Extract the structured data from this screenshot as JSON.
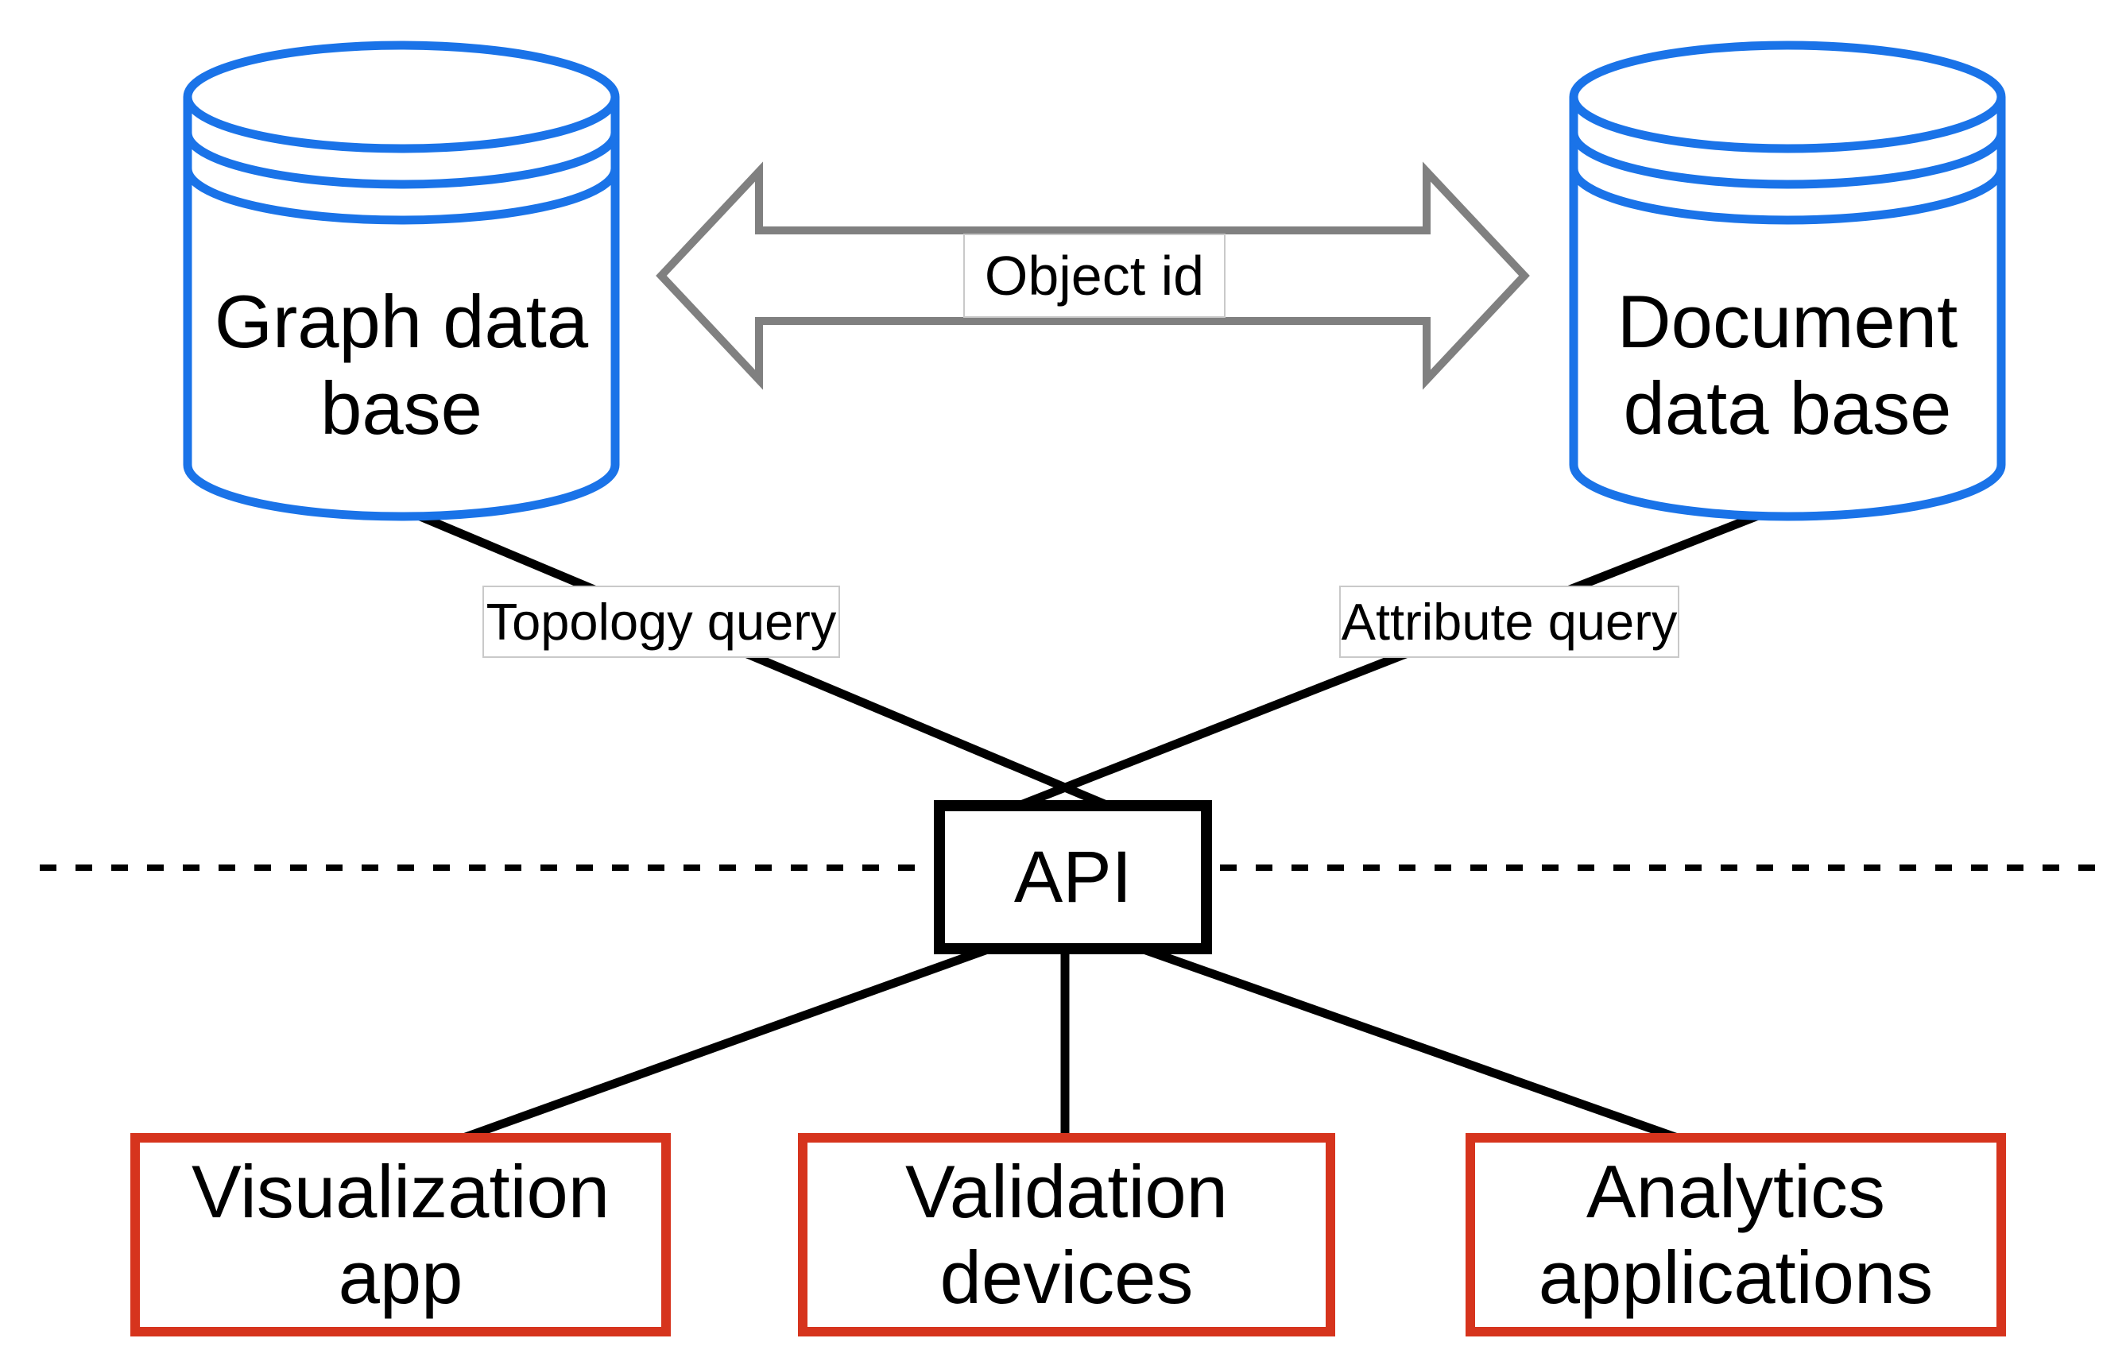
{
  "colors": {
    "database_stroke": "#1a73e8",
    "connector": "#000000",
    "arrow_stroke": "#808080",
    "app_box_stroke": "#d6341d",
    "api_box_stroke": "#000000",
    "label_border": "#c9c9c9",
    "text": "#000000",
    "background": "#ffffff"
  },
  "nodes": {
    "graph_db": {
      "line1": "Graph data",
      "line2": "base",
      "type": "database-cylinder"
    },
    "document_db": {
      "line1": "Document",
      "line2": "data base",
      "type": "database-cylinder"
    },
    "api": {
      "label": "API",
      "type": "box"
    },
    "visualization_app": {
      "line1": "Visualization",
      "line2": "app",
      "type": "box"
    },
    "validation_devices": {
      "line1": "Validation",
      "line2": "devices",
      "type": "box"
    },
    "analytics_applications": {
      "line1": "Analytics",
      "line2": "applications",
      "type": "box"
    }
  },
  "edges": {
    "object_id": {
      "label": "Object id",
      "from": "graph_db",
      "to": "document_db",
      "style": "double-headed-gray-arrow"
    },
    "topology_query": {
      "label": "Topology query",
      "from": "graph_db",
      "to": "api",
      "style": "solid-line"
    },
    "attribute_query": {
      "label": "Attribute query",
      "from": "document_db",
      "to": "api",
      "style": "solid-line"
    },
    "api_to_visualization": {
      "label": "",
      "from": "api",
      "to": "visualization_app",
      "style": "solid-line"
    },
    "api_to_validation": {
      "label": "",
      "from": "api",
      "to": "validation_devices",
      "style": "solid-line"
    },
    "api_to_analytics": {
      "label": "",
      "from": "api",
      "to": "analytics_applications",
      "style": "solid-line"
    },
    "separator": {
      "label": "",
      "style": "horizontal-dashed-line"
    }
  }
}
